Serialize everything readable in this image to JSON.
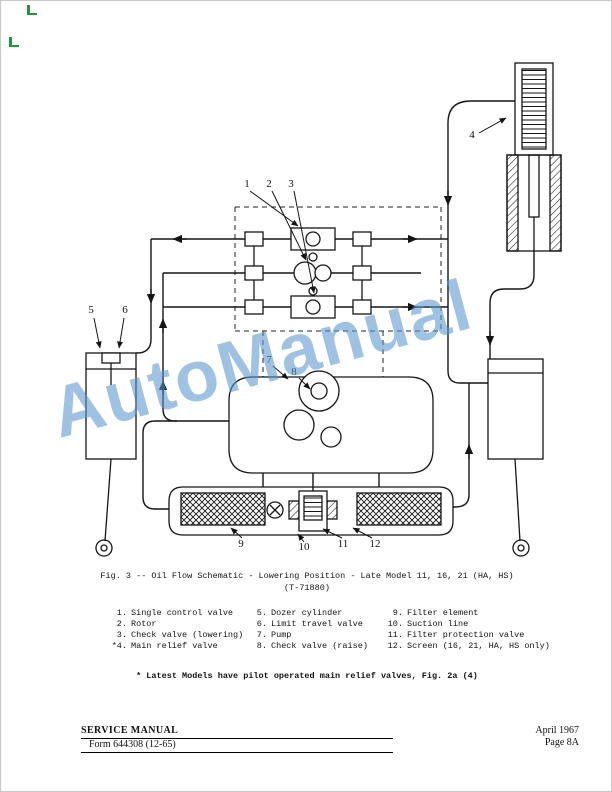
{
  "watermark": "AutoManual",
  "colors": {
    "watermark_blue": "#5a96cd",
    "crop_mark_green": "#2f8f3f",
    "ink": "#111111"
  },
  "diagram": {
    "callouts": [
      "1",
      "2",
      "3",
      "4",
      "5",
      "6",
      "7",
      "8",
      "9",
      "10",
      "11",
      "12"
    ]
  },
  "caption": {
    "line1": "Fig. 3 -- Oil Flow Schematic - Lowering Position - Late Model 11, 16, 21 (HA, HS)",
    "line2": "(T-71880)"
  },
  "legend": {
    "col1": [
      {
        "num": "1.",
        "label": "Single control valve"
      },
      {
        "num": "2.",
        "label": "Rotor"
      },
      {
        "num": "3.",
        "label": "Check valve (lowering)"
      },
      {
        "num": "*4.",
        "label": "Main relief valve"
      }
    ],
    "col2": [
      {
        "num": "5.",
        "label": "Dozer cylinder"
      },
      {
        "num": "6.",
        "label": "Limit travel valve"
      },
      {
        "num": "7.",
        "label": "Pump"
      },
      {
        "num": "8.",
        "label": "Check valve (raise)"
      }
    ],
    "col3": [
      {
        "num": "9.",
        "label": "Filter element"
      },
      {
        "num": "10.",
        "label": "Suction line"
      },
      {
        "num": "11.",
        "label": "Filter protection valve"
      },
      {
        "num": "12.",
        "label": "Screen (16, 21, HA, HS only)"
      }
    ]
  },
  "footnote": "* Latest Models have pilot operated main relief valves, Fig. 2a (4)",
  "footer": {
    "manual_title": "SERVICE MANUAL",
    "form_number": "Form 644308 (12-65)",
    "date": "April 1967",
    "page": "Page 8A"
  }
}
